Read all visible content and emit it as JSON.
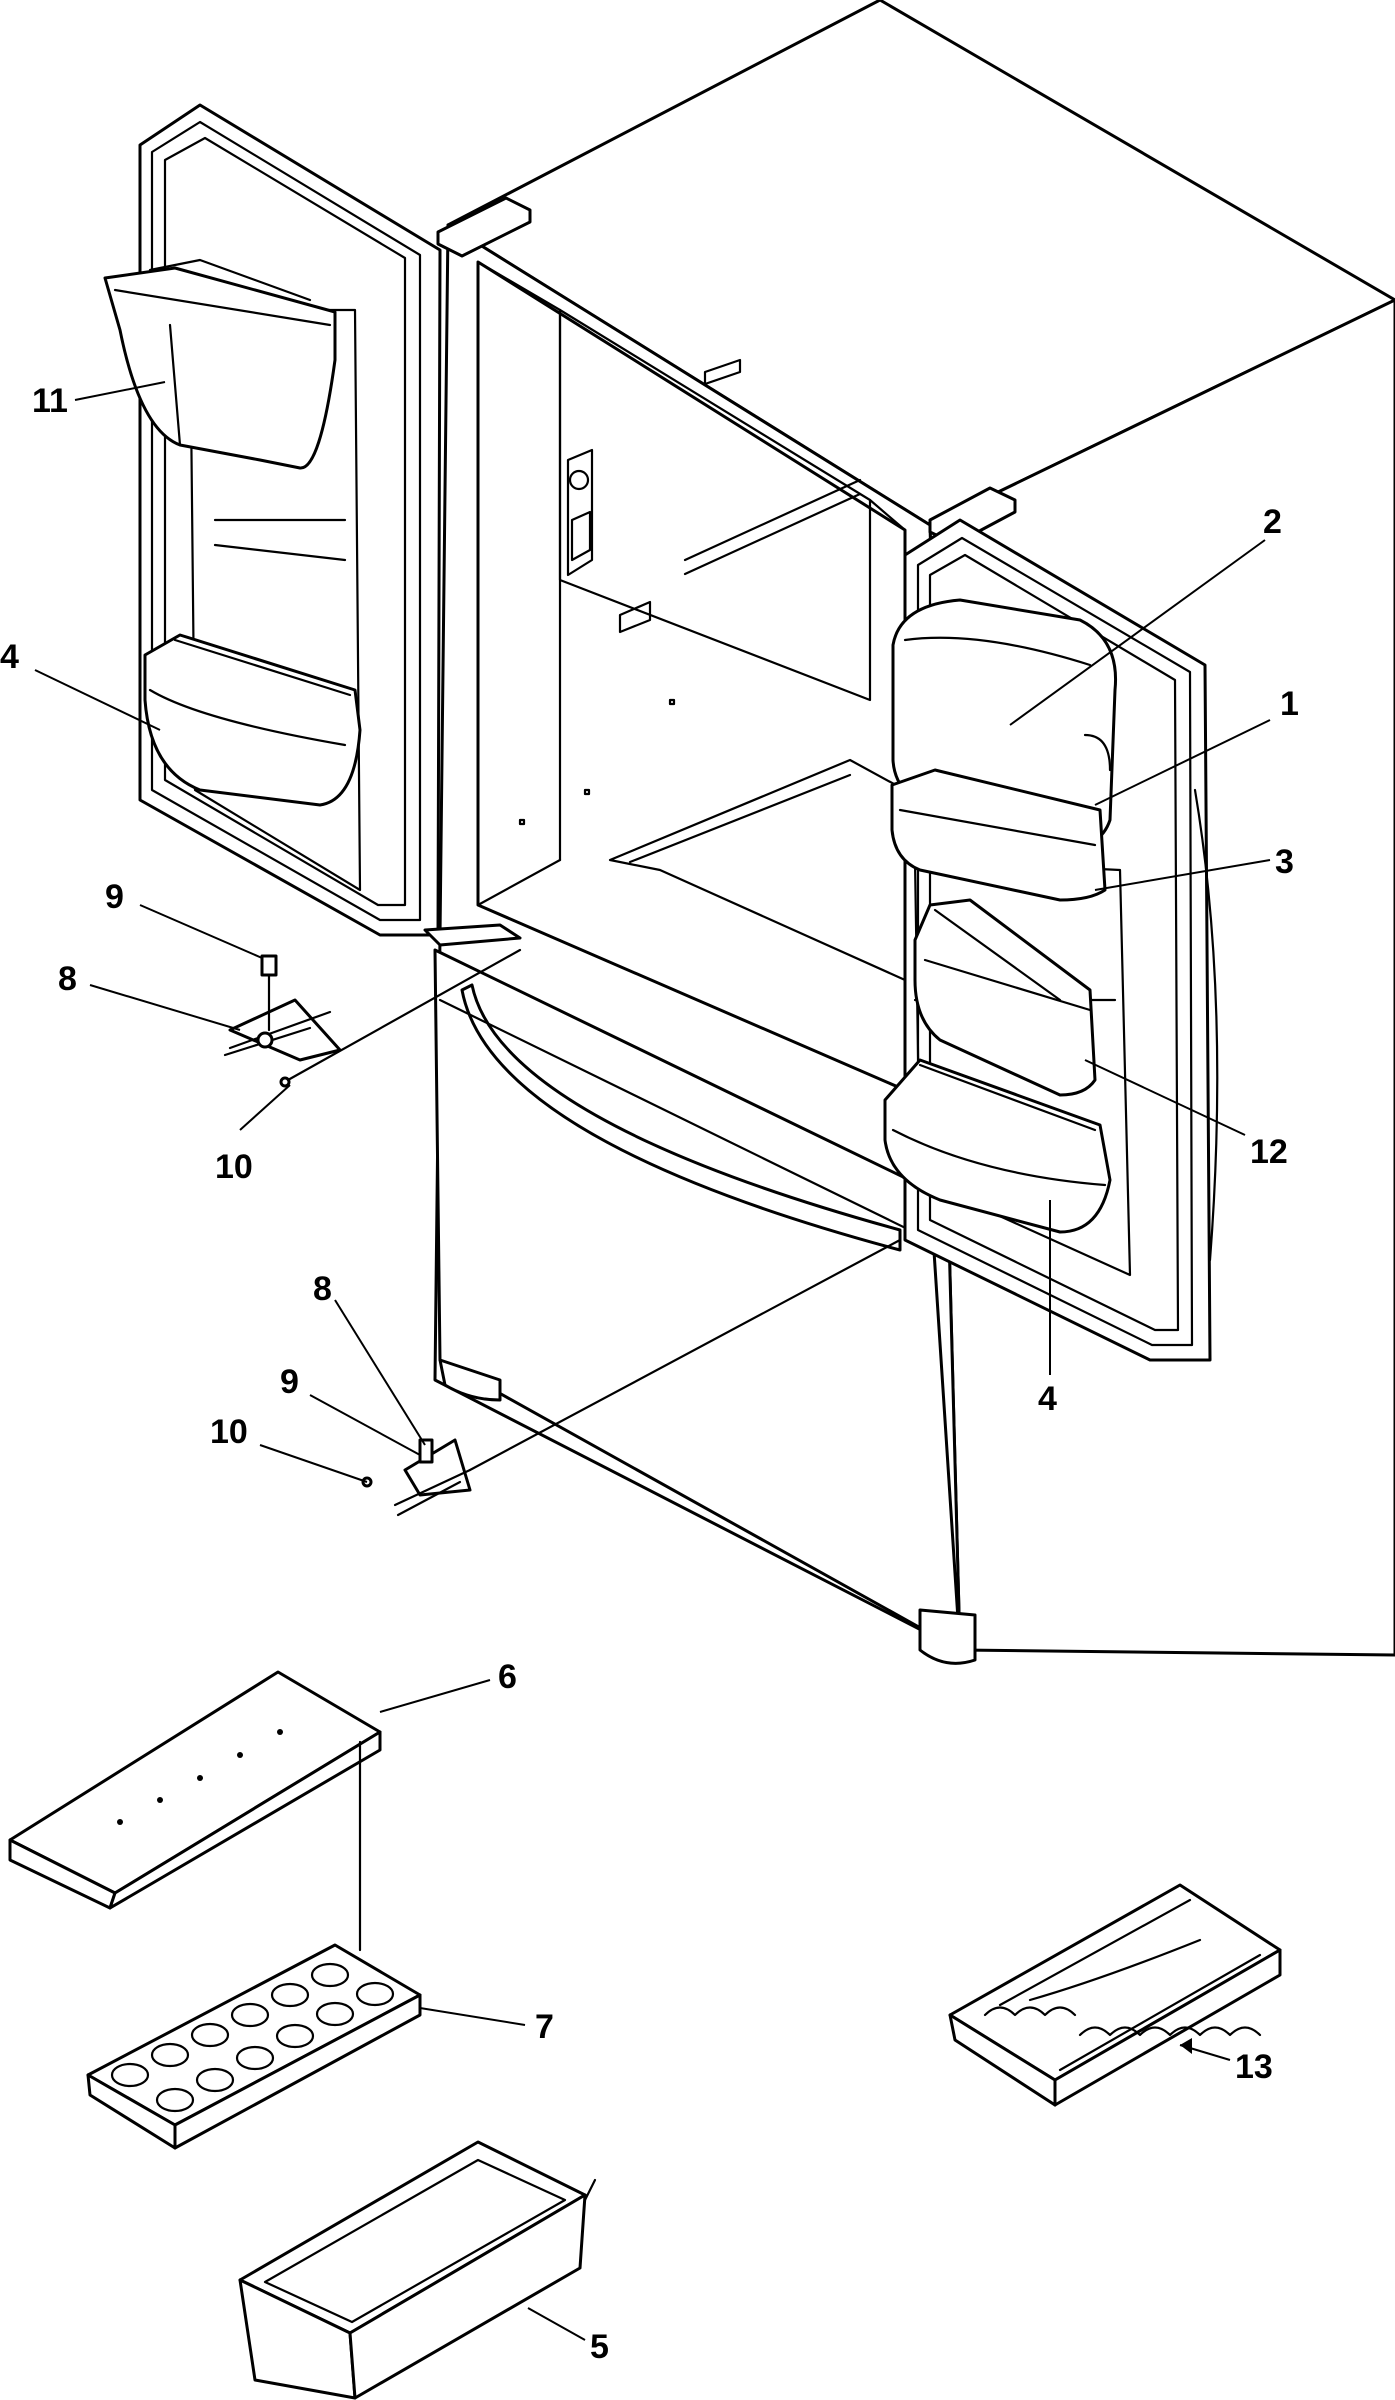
{
  "callouts": {
    "c1": "1",
    "c2": "2",
    "c3": "3",
    "c4_left": "4",
    "c4_right": "4",
    "c5": "5",
    "c6": "6",
    "c7": "7",
    "c8_upper": "8",
    "c8_lower": "8",
    "c9_upper": "9",
    "c9_lower": "9",
    "c10_upper": "10",
    "c10_lower": "10",
    "c11": "11",
    "c12": "12",
    "c13": "13"
  }
}
